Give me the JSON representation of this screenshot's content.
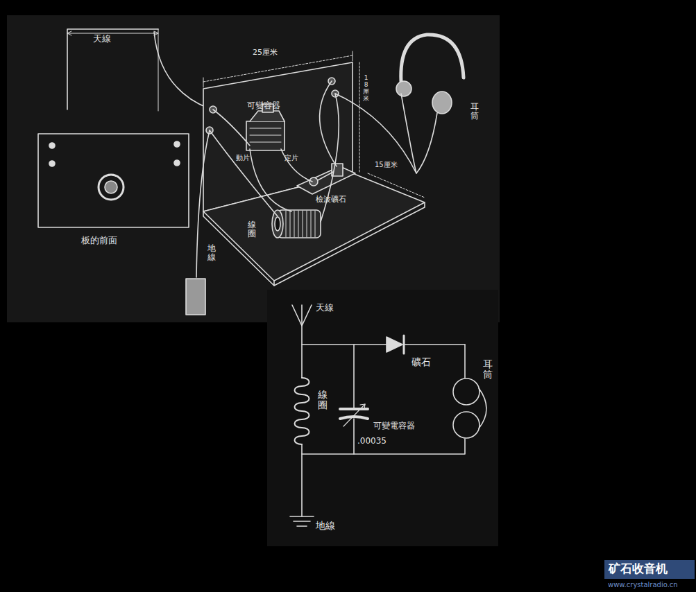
{
  "diagram": {
    "labels": [
      "天線",
      "25厘米",
      "可變容器",
      "動片",
      "定片",
      "18厘米",
      "15厘米",
      "耳筒",
      "檢波礦石",
      "線圈",
      "地線",
      "板的前面",
      "天線",
      "線圈",
      "可變電容器",
      ".00035",
      "礦石",
      "耳筒",
      "地線",
      "矿石收音机",
      "www.crystalradio.cn"
    ]
  }
}
